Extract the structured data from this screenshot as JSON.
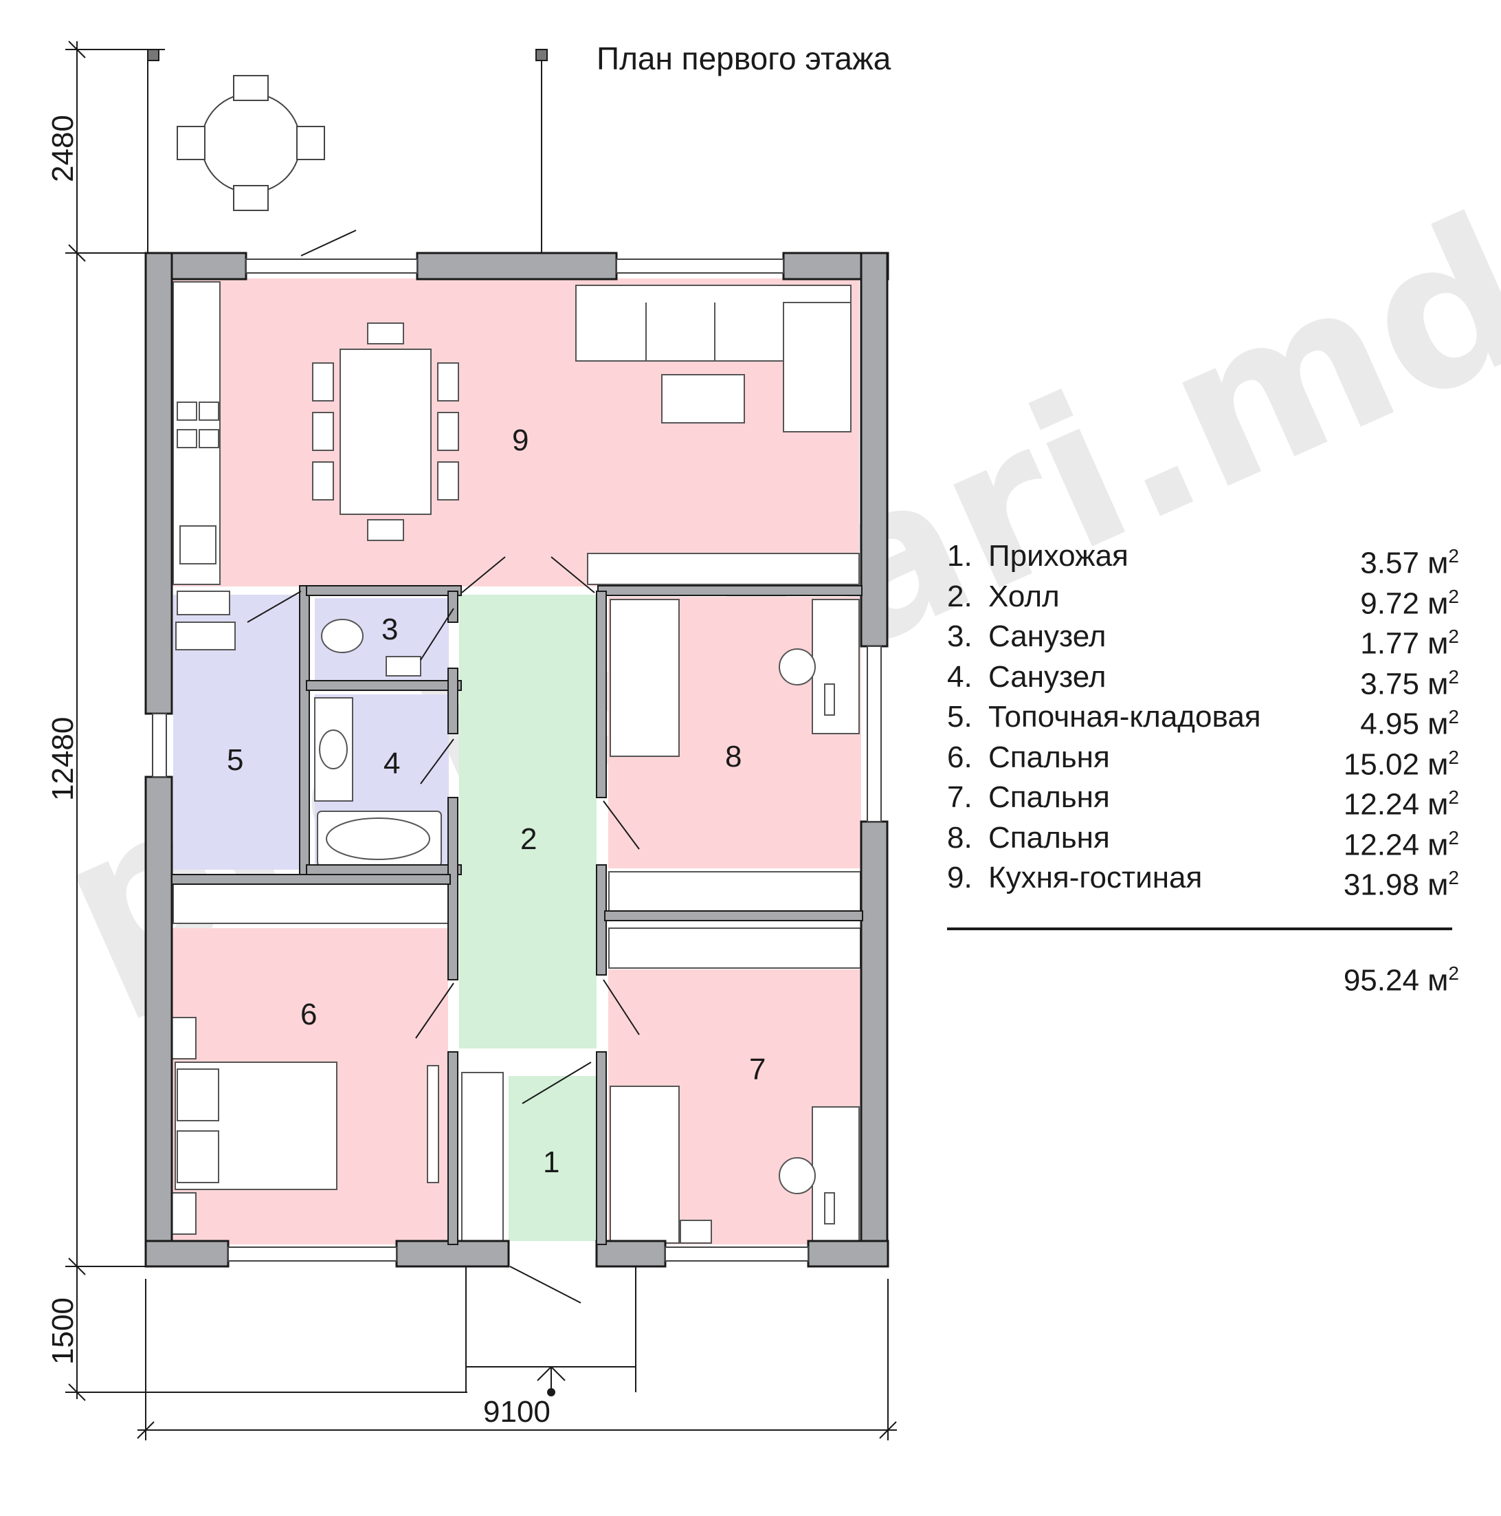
{
  "title": "План первого этажа",
  "watermark": "proiectari.md",
  "dimensions": {
    "terrace_depth": "2480",
    "house_depth": "12480",
    "porch_depth": "1500",
    "house_width": "9100"
  },
  "rooms": [
    {
      "num": "1.",
      "label": "1",
      "name": "Прихожая",
      "area": "3.57 м",
      "sup": "2"
    },
    {
      "num": "2.",
      "label": "2",
      "name": "Холл",
      "area": "9.72 м",
      "sup": "2"
    },
    {
      "num": "3.",
      "label": "3",
      "name": "Санузел",
      "area": "1.77 м",
      "sup": "2"
    },
    {
      "num": "4.",
      "label": "4",
      "name": "Санузел",
      "area": "3.75 м",
      "sup": "2"
    },
    {
      "num": "5.",
      "label": "5",
      "name": "Топочная-кладовая",
      "area": "4.95 м",
      "sup": "2"
    },
    {
      "num": "6.",
      "label": "6",
      "name": "Спальня",
      "area": "15.02 м",
      "sup": "2"
    },
    {
      "num": "7.",
      "label": "7",
      "name": "Спальня",
      "area": "12.24 м",
      "sup": "2"
    },
    {
      "num": "8.",
      "label": "8",
      "name": "Спальня",
      "area": "12.24 м",
      "sup": "2"
    },
    {
      "num": "9.",
      "label": "9",
      "name": "Кухня-гостиная",
      "area": "31.98 м",
      "sup": "2"
    }
  ],
  "total": {
    "area": "95.24 м",
    "sup": "2"
  },
  "colors": {
    "wall": "#a7a9ac",
    "wall_outline": "#1a1a1a",
    "living_rooms": "#fdd5d8",
    "hall_entry": "#d4f0d8",
    "utility_wet": "#dcdcf5"
  }
}
